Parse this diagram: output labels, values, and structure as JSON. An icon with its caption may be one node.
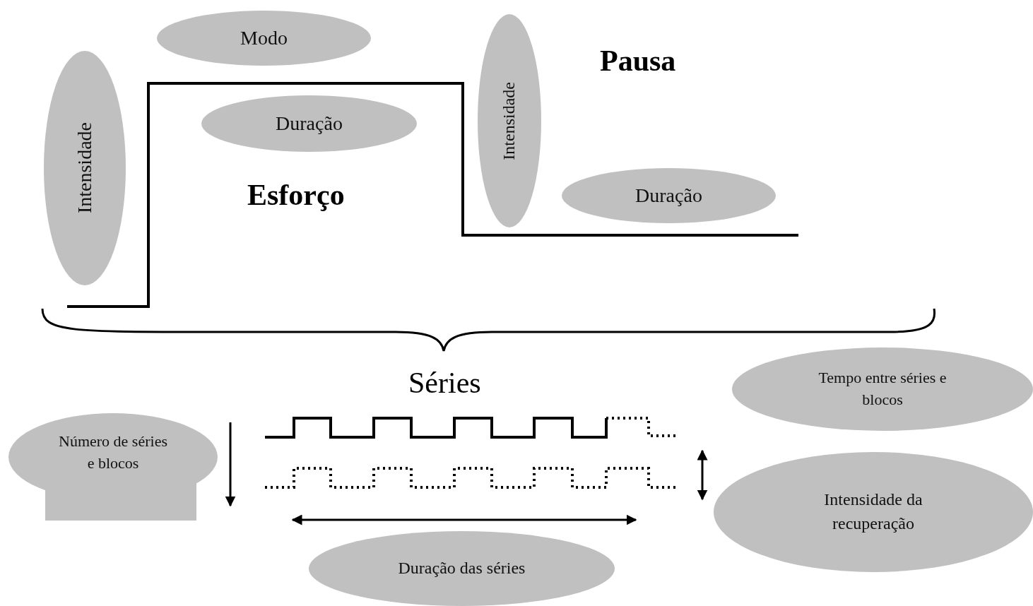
{
  "diagram": {
    "nodes": [
      {
        "text": [
          "Modo"
        ]
      },
      {
        "text": [
          "Intensidade"
        ]
      },
      {
        "text": [
          "Duração"
        ]
      },
      {
        "text": [
          "Intensidade"
        ]
      },
      {
        "text": [
          "Duração"
        ]
      },
      {
        "text": [
          "Tempo entre séries e blocos"
        ]
      },
      {
        "text": [
          "Número de séries e blocos"
        ]
      },
      {
        "text": [
          "Intensidade da recuperação"
        ]
      },
      {
        "text": [
          "Duração das séries"
        ]
      }
    ],
    "edges": [],
    "labels": [
      "Pausa",
      "Esforço",
      "Séries"
    ]
  }
}
